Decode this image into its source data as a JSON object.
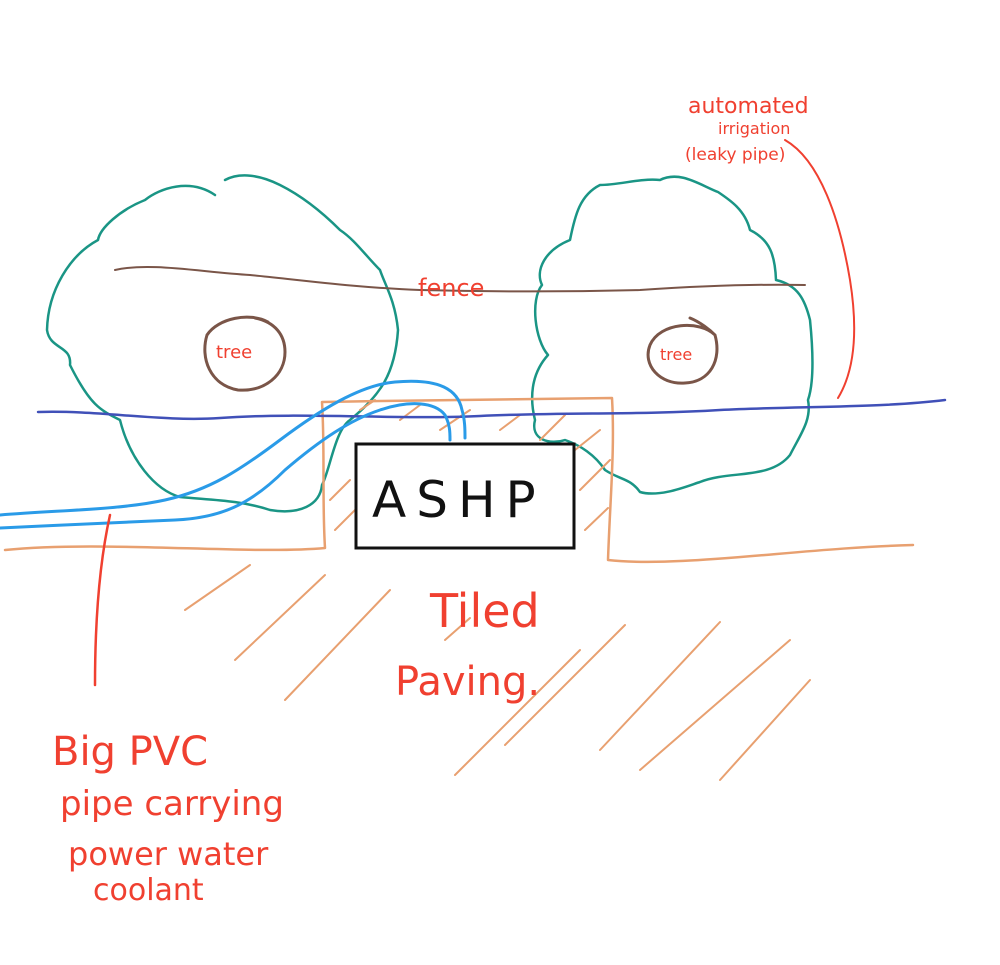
{
  "labels": {
    "irrigation": [
      "automated",
      "irrigation",
      "(leaky pipe)"
    ],
    "fence": "fence",
    "tree_left": "tree",
    "tree_right": "tree",
    "ashp": "ASHP",
    "paving": [
      "Tiled",
      "Paving."
    ],
    "pipe": [
      "Big PVC",
      "pipe carrying",
      "power water",
      "coolant"
    ]
  },
  "colors": {
    "annotation": "#f04030",
    "bush": "#1a9585",
    "trunk": "#7a5548",
    "paving": "#e8a070",
    "pipe": "#2a9be8",
    "irrigation_line": "#4050b8",
    "ashp_box": "#111111"
  }
}
